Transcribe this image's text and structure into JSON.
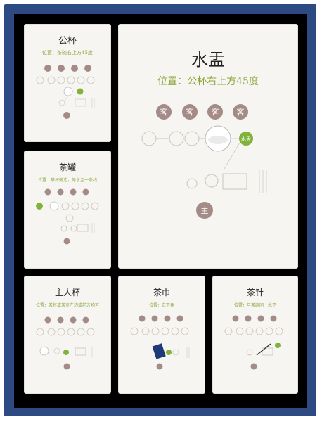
{
  "cards": {
    "gongbei": {
      "title": "公杯",
      "subtitle": "位置：茶碗右上方45度"
    },
    "chaguan": {
      "title": "茶罐",
      "subtitle": "位置：茶杯旁边，与水盂一条线"
    },
    "shuiyu": {
      "title": "水盂",
      "subtitle": "位置：公杯右上方45度"
    },
    "zhurenbei": {
      "title": "主人杯",
      "subtitle": "位置：茶杯或茶壶左边或前方均可"
    },
    "chajin": {
      "title": "茶巾",
      "subtitle": "位置：右下角"
    },
    "chazhen": {
      "title": "茶针",
      "subtitle": "位置：与茶碗同一水平"
    }
  },
  "diagram": {
    "guest_label": "客",
    "host_label": "主",
    "highlight_label": "水盂"
  },
  "colors": {
    "frame": "#2d4a82",
    "accent_green": "#7fb33a",
    "seat_brown": "#a58b88"
  }
}
